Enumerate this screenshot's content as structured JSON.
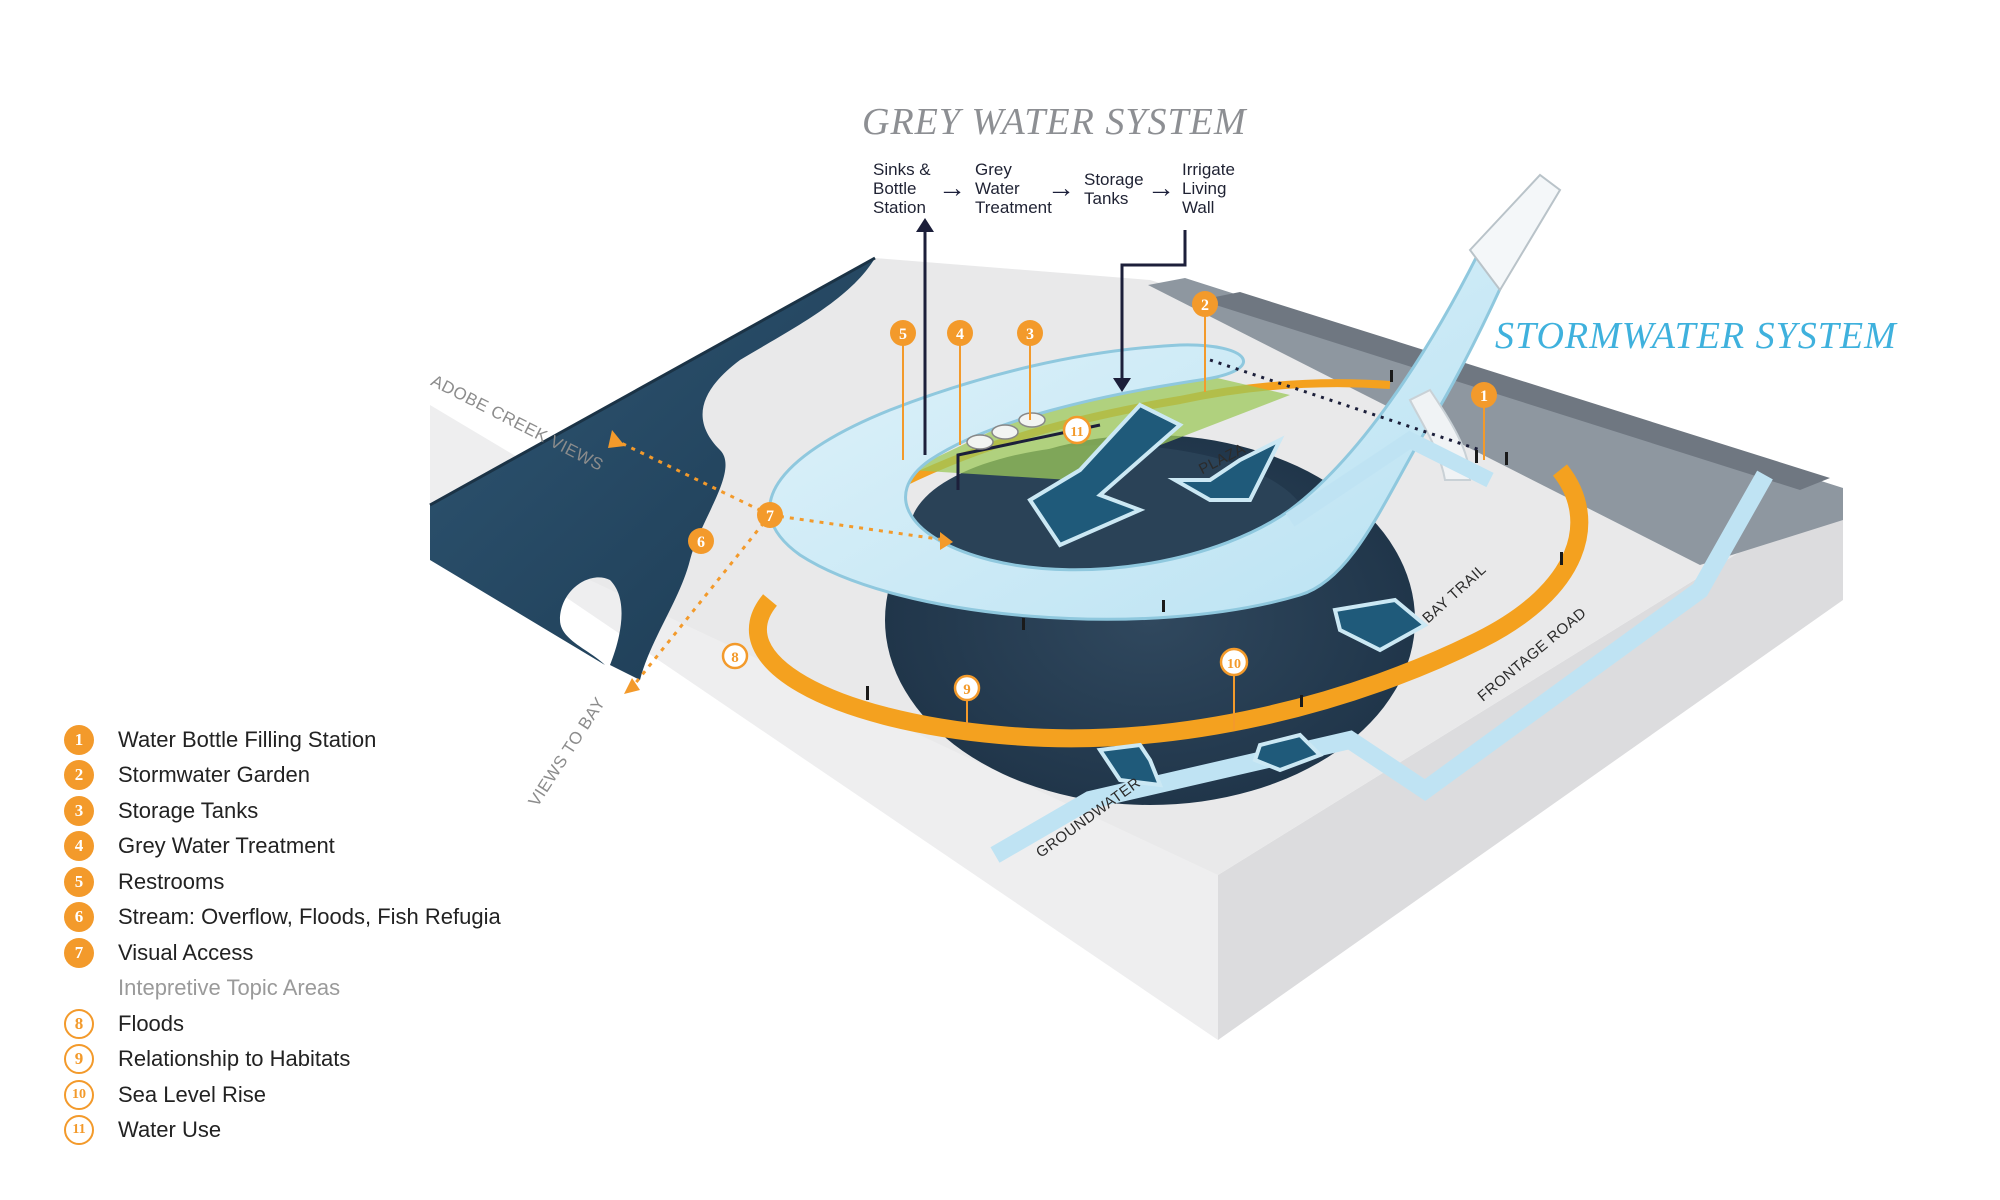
{
  "titles": {
    "grey": "GREY WATER SYSTEM",
    "storm": "STORMWATER SYSTEM"
  },
  "grey_flow": [
    {
      "text": "Sinks &\nBottle\nStation"
    },
    {
      "text": "Grey\nWater\nTreatment"
    },
    {
      "text": "Storage\nTanks"
    },
    {
      "text": "Irrigate\nLiving\nWall"
    }
  ],
  "map_labels": {
    "adobe": "ADOBE CREEK VIEWS",
    "bay": "VIEWS TO BAY",
    "plaza": "PLAZA",
    "bay_trail": "BAY TRAIL",
    "frontage": "FRONTAGE ROAD",
    "groundwater": "GROUNDWATER"
  },
  "markers": [
    "1",
    "2",
    "3",
    "4",
    "5",
    "6",
    "7",
    "8",
    "9",
    "10",
    "11"
  ],
  "legend": {
    "items": [
      {
        "num": "1",
        "label": "Water Bottle Filling Station"
      },
      {
        "num": "2",
        "label": "Stormwater Garden"
      },
      {
        "num": "3",
        "label": "Storage Tanks"
      },
      {
        "num": "4",
        "label": "Grey Water Treatment"
      },
      {
        "num": "5",
        "label": "Restrooms"
      },
      {
        "num": "6",
        "label": "Stream: Overflow, Floods, Fish Refugia"
      },
      {
        "num": "7",
        "label": "Visual Access"
      }
    ],
    "subheading": "Intepretive Topic Areas",
    "topics": [
      {
        "num": "8",
        "label": "Floods"
      },
      {
        "num": "9",
        "label": "Relationship to Habitats"
      },
      {
        "num": "10",
        "label": "Sea Level Rise"
      },
      {
        "num": "11",
        "label": "Water Use"
      }
    ]
  },
  "colors": {
    "orange": "#f39a2b",
    "storm_blue": "#3fb1dd",
    "grey_title": "#8d8f93",
    "deep_water": "#23465f",
    "navy_line": "#1c1f3a"
  }
}
